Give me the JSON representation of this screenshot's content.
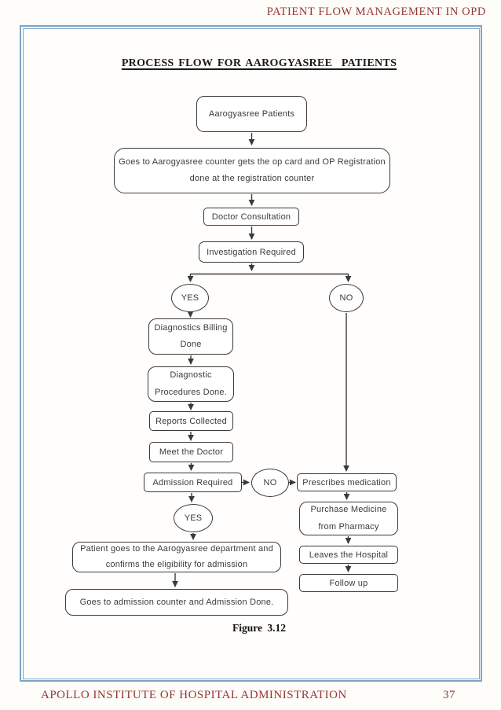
{
  "header": {
    "title": "PATIENT FLOW MANAGEMENT IN OPD",
    "color": "#943634"
  },
  "frame": {
    "border_color": "#7da4c6"
  },
  "diagram": {
    "title": "PROCESS FLOW FOR AAROGYASREE  PATIENTS",
    "nodes": {
      "aarogyasree_patients": {
        "shape": "rounded-rect",
        "label": "Aarogyasree Patients"
      },
      "registration": {
        "shape": "rounded-rect",
        "lines": [
          "Goes to Aarogyasree counter gets the op card and OP Registration",
          "done at the registration counter"
        ]
      },
      "doctor_consultation": {
        "shape": "rect",
        "label": "Doctor Consultation"
      },
      "investigation_required": {
        "shape": "rect",
        "label": "Investigation Required"
      },
      "investigation_yes": {
        "shape": "ellipse",
        "label": "YES"
      },
      "investigation_no": {
        "shape": "ellipse",
        "label": "NO"
      },
      "diagnostics_billing": {
        "shape": "rounded-rect",
        "lines": [
          "Diagnostics Billing",
          "Done"
        ]
      },
      "diagnostic_procedures": {
        "shape": "rounded-rect",
        "lines": [
          "Diagnostic",
          "Procedures Done."
        ]
      },
      "reports_collected": {
        "shape": "rect",
        "label": "Reports Collected"
      },
      "meet_the_doctor": {
        "shape": "rect",
        "label": "Meet the Doctor"
      },
      "admission_required": {
        "shape": "rect",
        "label": "Admission Required"
      },
      "admission_no": {
        "shape": "ellipse",
        "label": "NO"
      },
      "prescribes_medication": {
        "shape": "rect",
        "label": "Prescribes medication"
      },
      "purchase_medicine": {
        "shape": "rounded-rect",
        "lines": [
          "Purchase Medicine",
          "from Pharmacy"
        ]
      },
      "leaves_hospital": {
        "shape": "rect",
        "label": "Leaves the Hospital"
      },
      "follow_up": {
        "shape": "rect",
        "label": "Follow up"
      },
      "admission_yes": {
        "shape": "ellipse",
        "label": "YES"
      },
      "aarogyasree_department": {
        "shape": "rounded-rect",
        "lines": [
          "Patient goes to the Aarogyasree department and",
          "confirms the eligibility for admission"
        ]
      },
      "admission_done": {
        "shape": "rounded-rect",
        "label": "Goes to admission counter and Admission Done."
      }
    },
    "edges": [
      {
        "from": "aarogyasree_patients",
        "to": "registration"
      },
      {
        "from": "registration",
        "to": "doctor_consultation"
      },
      {
        "from": "doctor_consultation",
        "to": "investigation_required"
      },
      {
        "from": "investigation_required",
        "to": "investigation_yes"
      },
      {
        "from": "investigation_required",
        "to": "investigation_no"
      },
      {
        "from": "investigation_yes",
        "to": "diagnostics_billing"
      },
      {
        "from": "diagnostics_billing",
        "to": "diagnostic_procedures"
      },
      {
        "from": "diagnostic_procedures",
        "to": "reports_collected"
      },
      {
        "from": "reports_collected",
        "to": "meet_the_doctor"
      },
      {
        "from": "meet_the_doctor",
        "to": "admission_required"
      },
      {
        "from": "admission_required",
        "to": "admission_no"
      },
      {
        "from": "admission_no",
        "to": "prescribes_medication"
      },
      {
        "from": "investigation_no",
        "to": "prescribes_medication"
      },
      {
        "from": "prescribes_medication",
        "to": "purchase_medicine"
      },
      {
        "from": "purchase_medicine",
        "to": "leaves_hospital"
      },
      {
        "from": "leaves_hospital",
        "to": "follow_up"
      },
      {
        "from": "admission_required",
        "to": "admission_yes"
      },
      {
        "from": "admission_yes",
        "to": "aarogyasree_department"
      },
      {
        "from": "aarogyasree_department",
        "to": "admission_done"
      }
    ]
  },
  "figure": {
    "caption": "Figure 3.12"
  },
  "footer": {
    "institute": "APOLLO INSTITUTE OF HOSPITAL ADMINISTRATION",
    "page_number": "37",
    "color": "#943634"
  }
}
